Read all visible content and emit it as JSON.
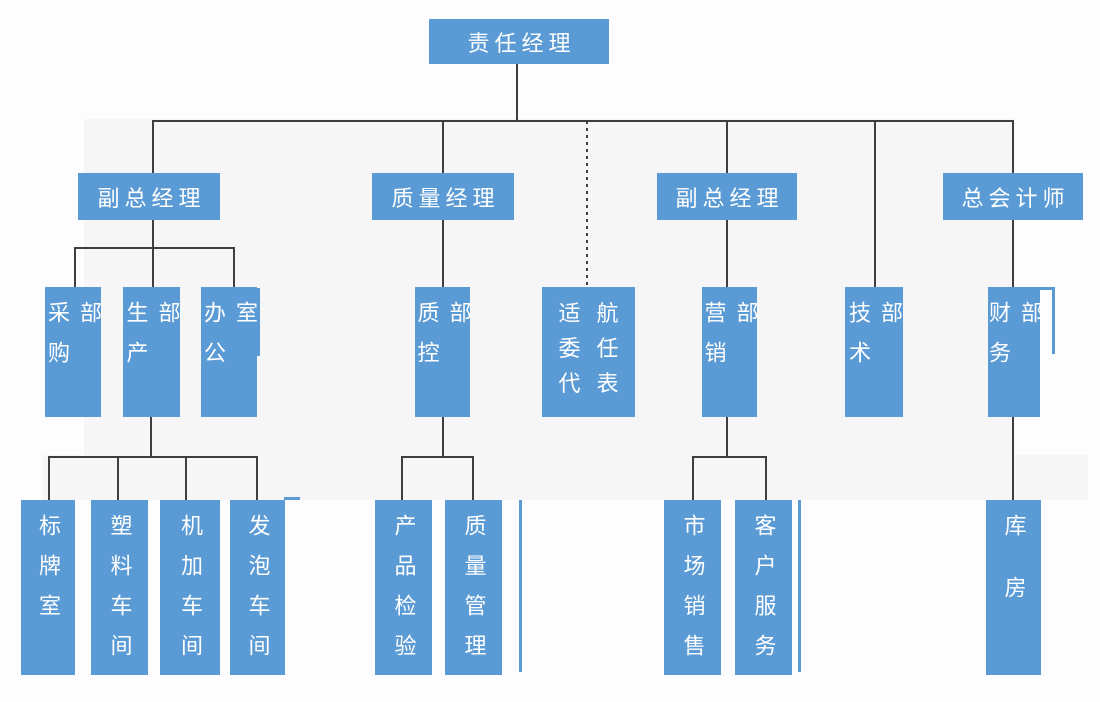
{
  "colors": {
    "node_fill": "#5b9bd5",
    "node_text": "#ffffff",
    "connector": "#3f3f3f",
    "panel_bg": "#f6f6f7",
    "canvas_bg": "#fdfdfd"
  },
  "nodes": {
    "root": {
      "label": "责任经理"
    },
    "deputy_gm_left": {
      "label": "副总经理"
    },
    "quality_manager": {
      "label": "质量经理"
    },
    "deputy_gm_right": {
      "label": "副总经理"
    },
    "chief_accountant": {
      "label": "总会计师"
    },
    "purchasing": {
      "label": "采购部"
    },
    "production": {
      "label": "生产部"
    },
    "office": {
      "label": "办公室"
    },
    "quality_control": {
      "label": "质控部"
    },
    "airworthiness_rep": {
      "label": "适航委任代表",
      "lines": [
        "适航",
        "委任",
        "代表"
      ]
    },
    "marketing": {
      "label": "营销部"
    },
    "technology": {
      "label": "技术部"
    },
    "finance": {
      "label": "财务部"
    },
    "sign_room": {
      "label": "标牌室"
    },
    "plastics_workshop": {
      "label": "塑料车间"
    },
    "machining_workshop": {
      "label": "机加车间"
    },
    "foaming_workshop": {
      "label": "发泡车间"
    },
    "product_inspection": {
      "label": "产品检验"
    },
    "quality_management": {
      "label": "质量管理"
    },
    "market_sales": {
      "label": "市场销售"
    },
    "customer_service": {
      "label": "客户服务"
    },
    "warehouse": {
      "label": "库房"
    }
  },
  "edges": [
    {
      "from": "责任经理",
      "to": "副总经理(左)",
      "style": "solid"
    },
    {
      "from": "责任经理",
      "to": "质量经理",
      "style": "solid"
    },
    {
      "from": "责任经理",
      "to": "适航委任代表",
      "style": "dashed"
    },
    {
      "from": "责任经理",
      "to": "副总经理(右)",
      "style": "solid"
    },
    {
      "from": "责任经理",
      "to": "技术部",
      "style": "solid"
    },
    {
      "from": "责任经理",
      "to": "总会计师",
      "style": "solid"
    },
    {
      "from": "副总经理(左)",
      "to": "采购部",
      "style": "solid"
    },
    {
      "from": "副总经理(左)",
      "to": "生产部",
      "style": "solid"
    },
    {
      "from": "副总经理(左)",
      "to": "办公室",
      "style": "solid"
    },
    {
      "from": "质量经理",
      "to": "质控部",
      "style": "solid"
    },
    {
      "from": "副总经理(右)",
      "to": "营销部",
      "style": "solid"
    },
    {
      "from": "总会计师",
      "to": "财务部",
      "style": "solid"
    },
    {
      "from": "生产部",
      "to": "标牌室",
      "style": "solid"
    },
    {
      "from": "生产部",
      "to": "塑料车间",
      "style": "solid"
    },
    {
      "from": "生产部",
      "to": "机加车间",
      "style": "solid"
    },
    {
      "from": "生产部",
      "to": "发泡车间",
      "style": "solid"
    },
    {
      "from": "质控部",
      "to": "产品检验",
      "style": "solid"
    },
    {
      "from": "质控部",
      "to": "质量管理",
      "style": "solid"
    },
    {
      "from": "营销部",
      "to": "市场销售",
      "style": "solid"
    },
    {
      "from": "营销部",
      "to": "客户服务",
      "style": "solid"
    },
    {
      "from": "财务部",
      "to": "库房",
      "style": "solid"
    }
  ]
}
